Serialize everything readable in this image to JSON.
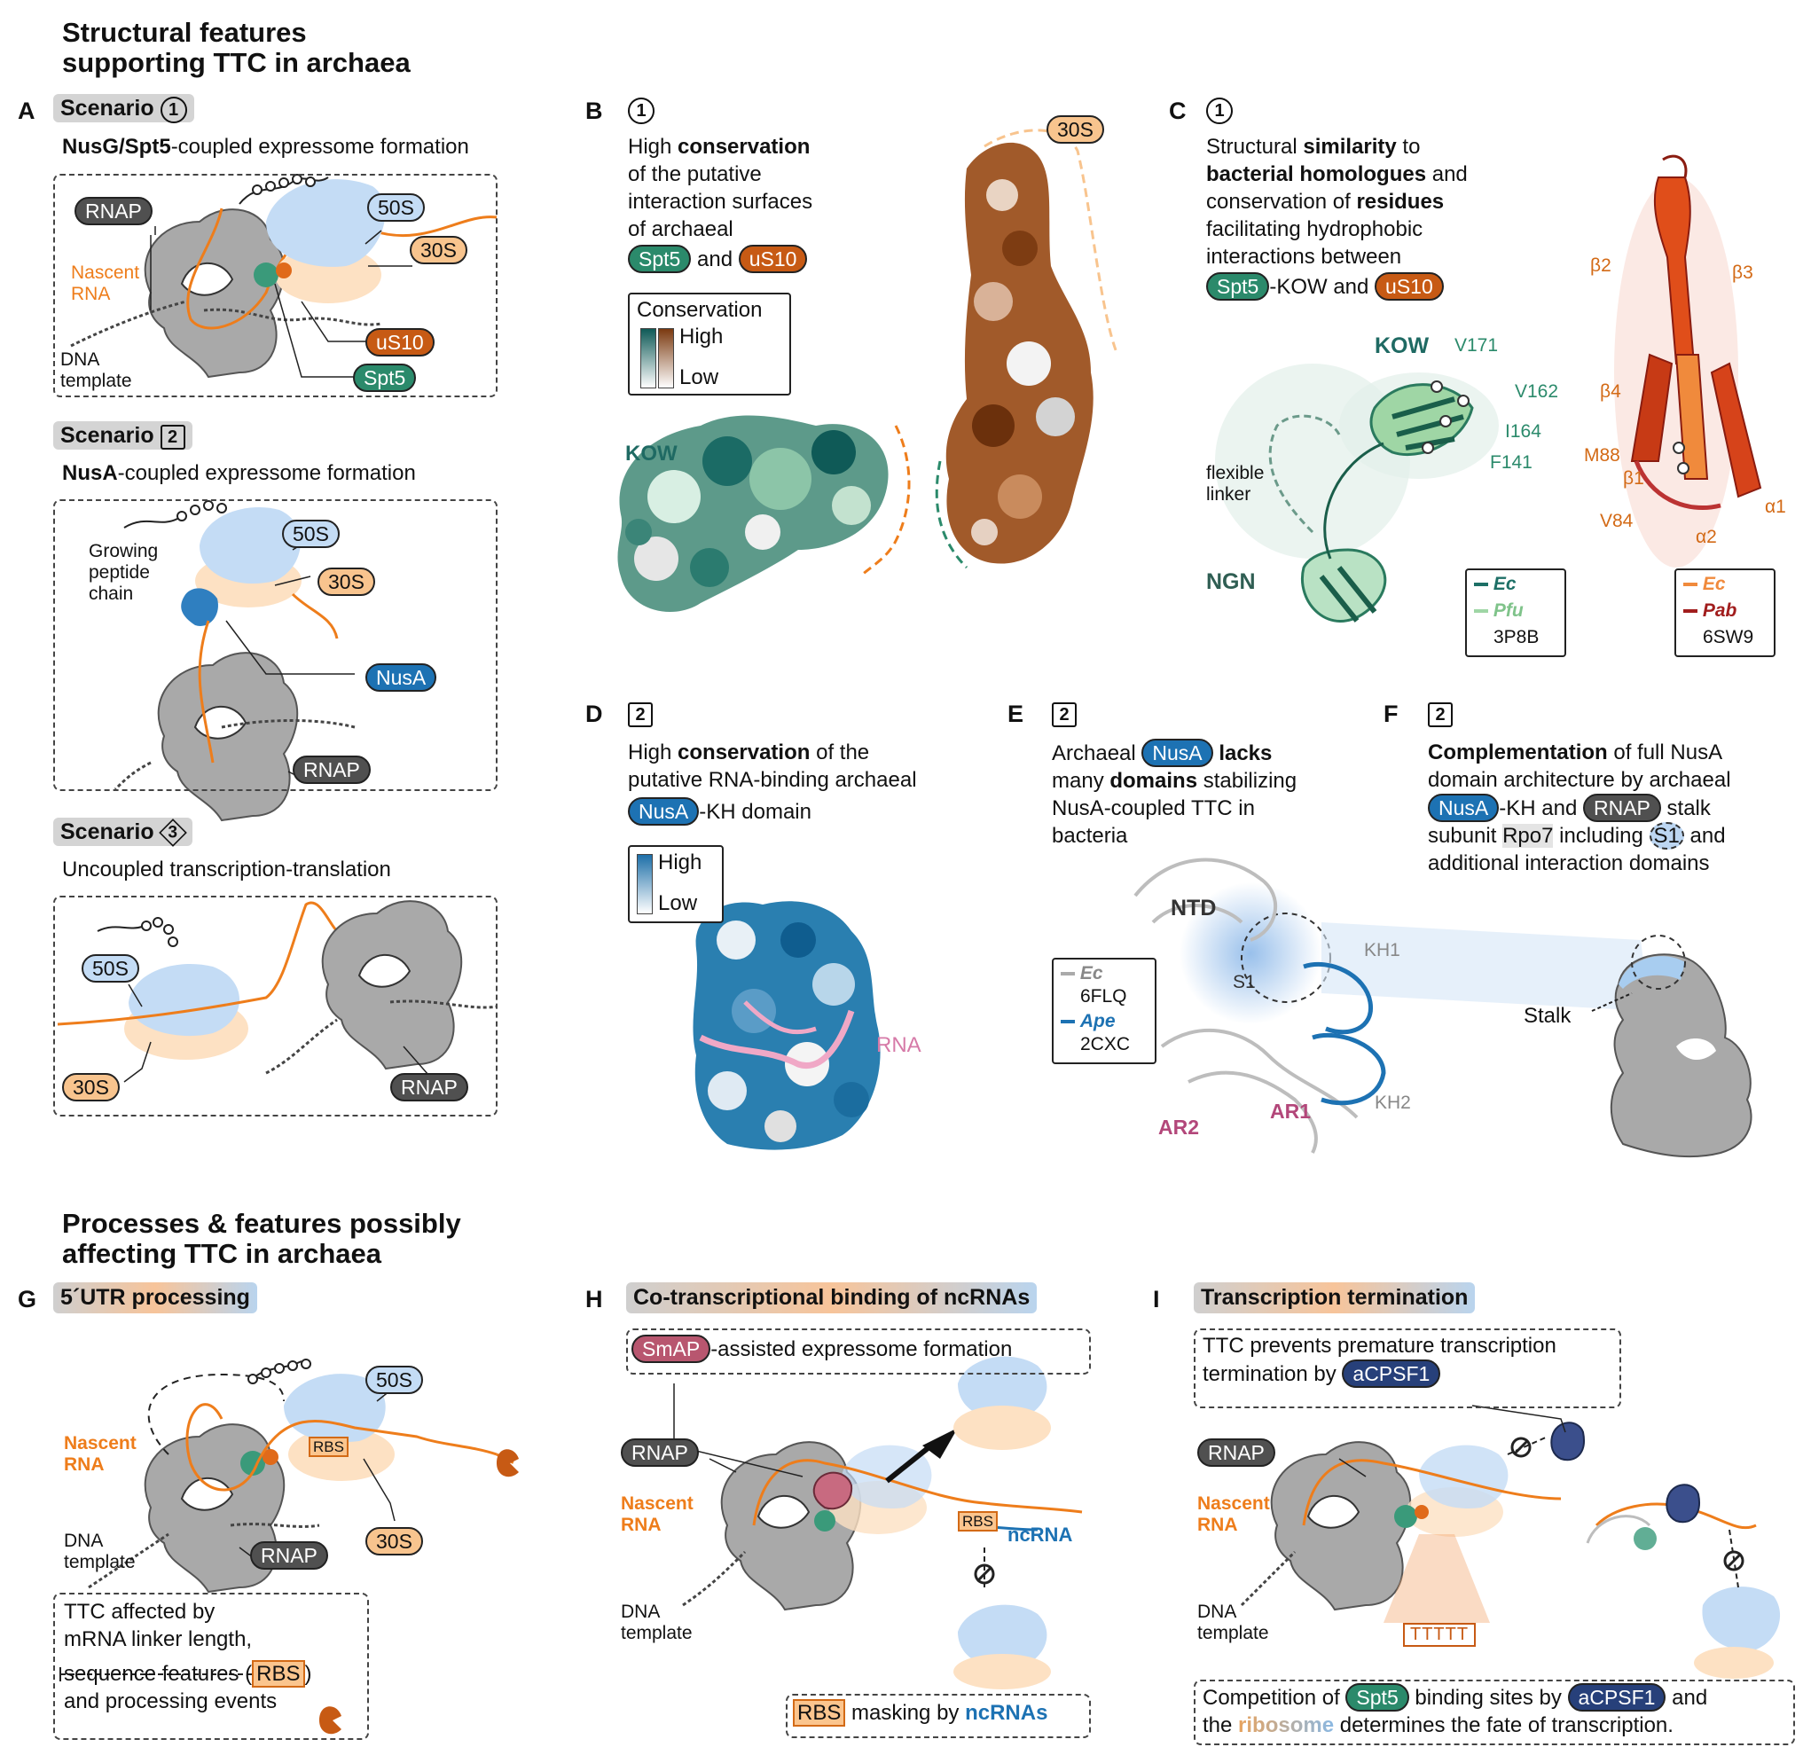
{
  "titles": {
    "top": [
      "Structural features",
      "supporting TTC in archaea"
    ],
    "bottom": [
      "Processes & features possibly",
      "affecting TTC in archaea"
    ]
  },
  "panel_letters": [
    "A",
    "B",
    "C",
    "D",
    "E",
    "F",
    "G",
    "H",
    "I"
  ],
  "scenario_word": "Scenario",
  "scenario_numbers": [
    "1",
    "2",
    "3"
  ],
  "labels": {
    "rnap": "RNAP",
    "s50": "50S",
    "s30": "30S",
    "us10": "uS10",
    "spt5": "Spt5",
    "nusa": "NusA",
    "nascent": "Nascent",
    "rna": "RNA",
    "dna": "DNA",
    "template": "template",
    "growing": "Growing",
    "peptide": "peptide",
    "chain": "chain",
    "smap": "SmAP",
    "acpsf1": "aCPSF1",
    "rbs": "RBS",
    "ncrna": "ncRNA",
    "ttttt": "TTTTT",
    "s1": "S1",
    "stalk": "Stalk"
  },
  "panelA": {
    "s1_title_bold": "NusG/Spt5",
    "s1_title_rest": "-coupled expressome formation",
    "s2_title_bold": "NusA",
    "s2_title_rest": "-coupled expressome formation",
    "s3_title": "Uncoupled transcription-translation"
  },
  "panelB": {
    "l1a": "High ",
    "l1b": "conservation",
    "l2": "of the putative",
    "l3": "interaction surfaces",
    "l4": "of archaeal",
    "and": " and ",
    "legend_title": "Conservation",
    "legend_high": "High",
    "legend_low": "Low",
    "kow": "KOW"
  },
  "panelC": {
    "l1a": "Structural ",
    "l1b": "similarity",
    "l1c": " to",
    "l2a": "bacterial homologues",
    "l2b": " and",
    "l3a": "conservation of ",
    "l3b": "residues",
    "l4": "facilitating hydrophobic",
    "l5": "interactions between",
    "l6a": "-KOW and ",
    "kow": "KOW",
    "ngn": "NGN",
    "flex1": "flexible",
    "flex2": "linker",
    "v171": "V171",
    "v162": "V162",
    "i164": "I164",
    "f141": "F141",
    "m88": "M88",
    "v84": "V84",
    "b1": "β1",
    "b2": "β2",
    "b3": "β3",
    "b4": "β4",
    "a1": "α1",
    "a2": "α2",
    "leg1_ec": "Ec",
    "leg1_pfu": "Pfu",
    "leg1_pdb": "3P8B",
    "leg2_ec": "Ec",
    "leg2_pab": "Pab",
    "leg2_pdb": "6SW9"
  },
  "panelD": {
    "l1a": "High ",
    "l1b": "conservation",
    "l1c": " of the",
    "l2": "putative RNA-binding archaeal",
    "l3": "-KH domain",
    "legend_high": "High",
    "legend_low": "Low",
    "rna": "RNA"
  },
  "panelE": {
    "l1a": "Archaeal ",
    "l1b": "lacks",
    "l2a": "many ",
    "l2b": "domains",
    "l2c": " stabilizing",
    "l3": "NusA-coupled TTC in",
    "l4": "bacteria",
    "ntd": "NTD",
    "kh1": "KH1",
    "kh2": "KH2",
    "ar1": "AR1",
    "ar2": "AR2",
    "leg_ec": "Ec",
    "leg_ec_pdb": "6FLQ",
    "leg_ape": "Ape",
    "leg_ape_pdb": "2CXC"
  },
  "panelF": {
    "l1a": "Complementation",
    "l1b": " of full NusA",
    "l2": "domain architecture by archaeal",
    "l3a": "-KH and ",
    "l3b": " stalk",
    "l4a": "subunit ",
    "l4b": "Rpo7",
    "l4c": " including ",
    "l4d": " and",
    "l5": "additional interaction domains"
  },
  "panelG": {
    "bar": "5´UTR processing",
    "box_l1": "TTC affected by",
    "box_l2": "mRNA linker length,",
    "box_l3a": "sequence features (",
    "box_l3b": ")",
    "box_l4": "and processing events"
  },
  "panelH": {
    "bar": "Co-transcriptional binding of ncRNAs",
    "box_top": "-assisted expressome formation",
    "box_bottom": " masking by ",
    "box_bottom_nc": "ncRNAs"
  },
  "panelI": {
    "bar": "Transcription termination",
    "box_top_l1": "TTC prevents premature transcription",
    "box_top_l2": "termination by ",
    "box_bot_l1a": "Competition of ",
    "box_bot_l1b": " binding sites by ",
    "box_bot_l1c": " and",
    "box_bot_l2a": "the ",
    "box_bot_l2b": "ribosome",
    "box_bot_l2c": " determines the fate of transcription."
  },
  "colors": {
    "rnap": "#505050",
    "ribosome50s": "#c4dcf5",
    "ribosome30s": "#f8c48e",
    "us10": "#c75a14",
    "spt5": "#2b8a6b",
    "nusa": "#1d72b3",
    "smap": "#b8566f",
    "acpsf1": "#27407a",
    "nascent_rna": "#ee7d1b",
    "ncrna": "#1d72b3"
  }
}
